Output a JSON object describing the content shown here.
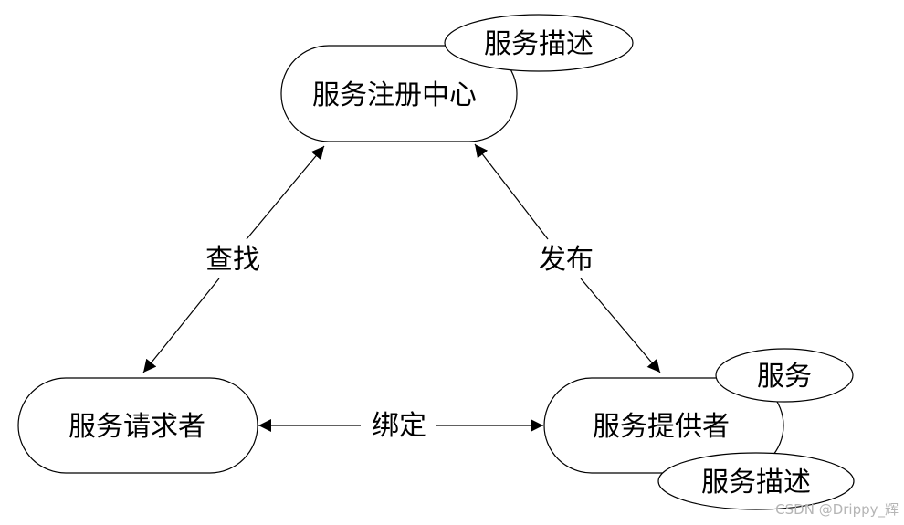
{
  "nodes": {
    "registry": "服务注册中心",
    "requester": "服务请求者",
    "provider": "服务提供者"
  },
  "badges": {
    "registry_desc": "服务描述",
    "provider_service": "服务",
    "provider_desc": "服务描述"
  },
  "edges": {
    "find": "查找",
    "publish": "发布",
    "bind": "绑定"
  },
  "watermark": "CSDN @Drippy_辉"
}
